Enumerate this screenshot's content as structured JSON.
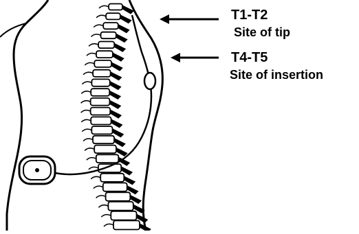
{
  "annotations": [
    {
      "level": "T1-T2",
      "description": "Site of tip"
    },
    {
      "level": "T4-T5",
      "description": "Site of insertion"
    }
  ],
  "illustration": {
    "subject": "side-view-torso-with-spine",
    "device": "implanted-pump-with-catheter",
    "line_color": "#000000",
    "background": "#ffffff"
  }
}
